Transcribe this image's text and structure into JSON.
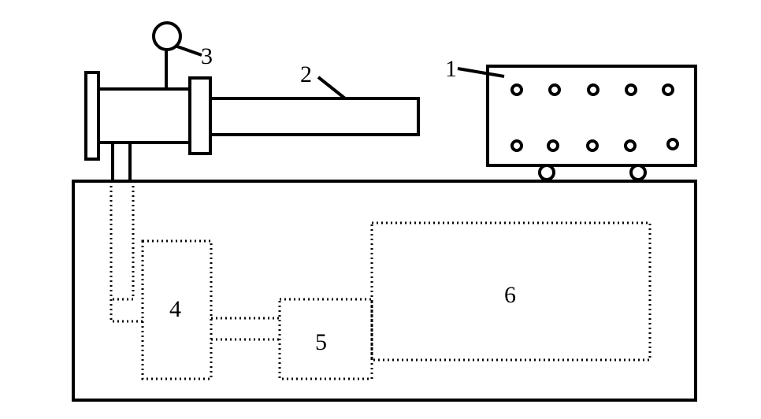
{
  "labels": {
    "cart": "1",
    "pipe": "2",
    "gauge": "3",
    "unit_4": "4",
    "unit_5": "5",
    "unit_6": "6"
  }
}
